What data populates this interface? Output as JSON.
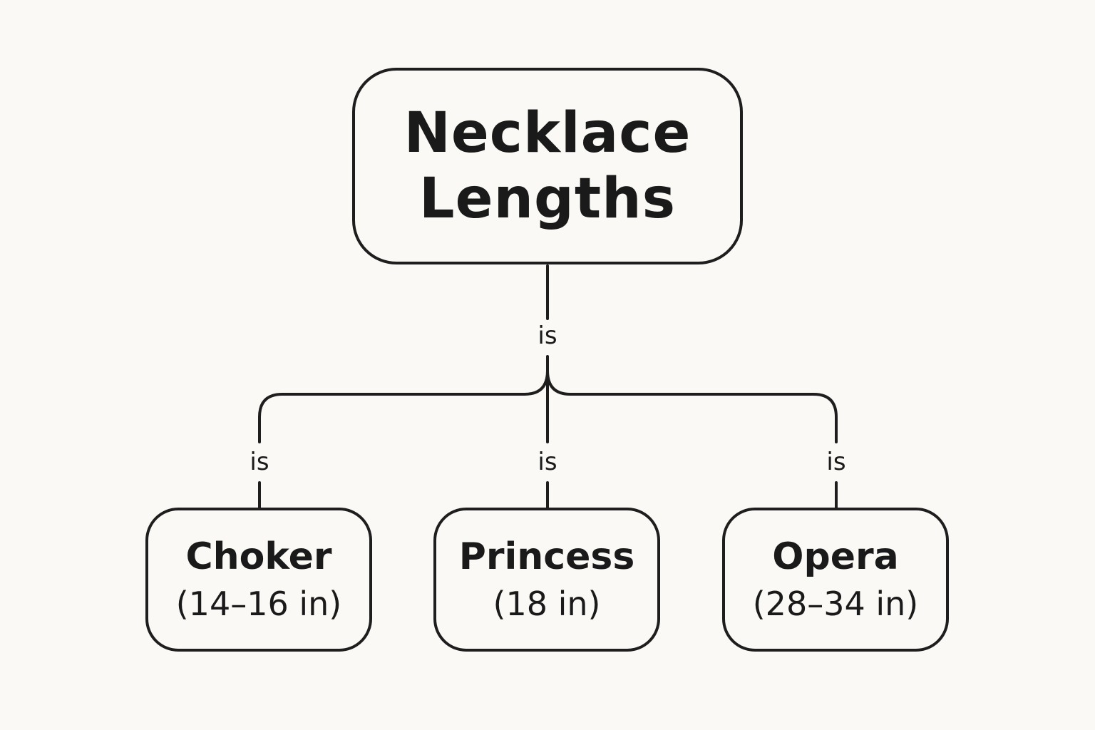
{
  "background_color": "#fbf9f5",
  "line_color": "#1e1e1e",
  "root": {
    "line1": "Necklace",
    "line2": "Lengths"
  },
  "edge_labels": {
    "top": "is",
    "left": "is",
    "middle": "is",
    "right": "is"
  },
  "children": [
    {
      "name": "Choker",
      "range": "(14–16 in)"
    },
    {
      "name": "Princess",
      "range": "(18 in)"
    },
    {
      "name": "Opera",
      "range": "(28–34 in)"
    }
  ]
}
